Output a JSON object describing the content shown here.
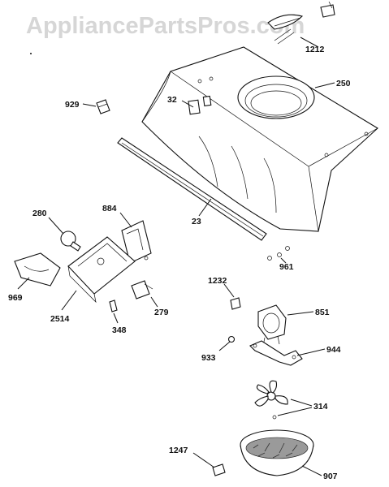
{
  "watermark": "AppliancePartsPros.com",
  "parts": {
    "p1212": "1212",
    "p250": "250",
    "p929": "929",
    "p32": "32",
    "p23": "23",
    "p280": "280",
    "p884": "884",
    "p961": "961",
    "p969": "969",
    "p2514": "2514",
    "p348": "348",
    "p279": "279",
    "p1232": "1232",
    "p851": "851",
    "p933": "933",
    "p944": "944",
    "p314": "314",
    "p1247": "1247",
    "p907": "907"
  }
}
